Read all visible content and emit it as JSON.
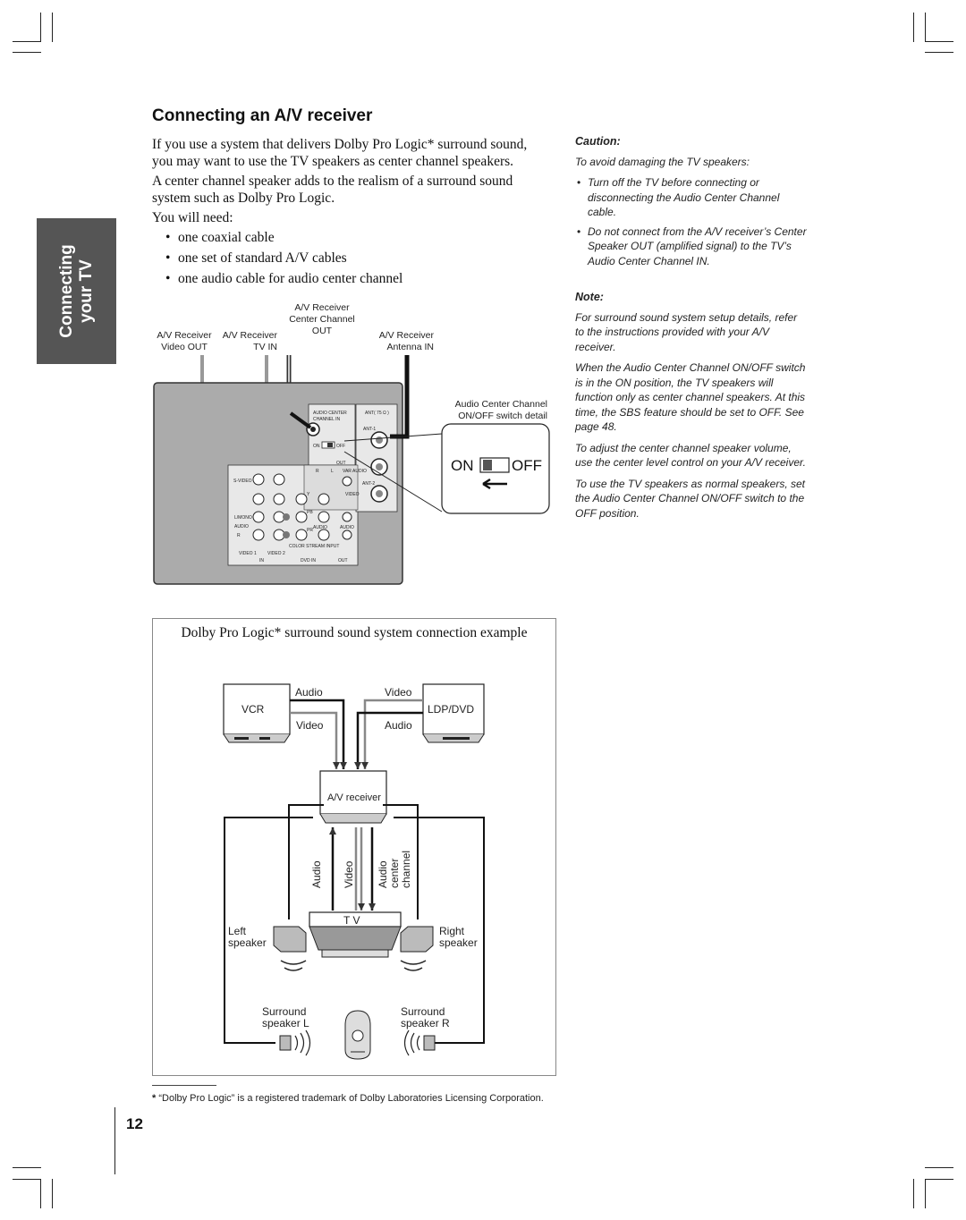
{
  "section_tab": {
    "line1": "Connecting",
    "line2": "your TV"
  },
  "heading": "Connecting an A/V receiver",
  "intro": [
    "If you use a system that delivers Dolby Pro Logic* surround sound, you may want to use the TV speakers as center channel speakers.",
    "A center channel speaker adds to the realism of a surround sound system such as Dolby Pro Logic.",
    "You will need:"
  ],
  "needs": [
    "one coaxial cable",
    "one set of standard A/V cables",
    "one audio cable for audio center channel"
  ],
  "caution": {
    "heading": "Caution:",
    "intro": "To avoid damaging the TV speakers:",
    "items": [
      "Turn off the TV before connecting or disconnecting the Audio Center Channel cable.",
      "Do not connect from the A/V receiver’s Center Speaker OUT (amplified signal) to the TV’s Audio Center Channel IN."
    ]
  },
  "note": {
    "heading": "Note:",
    "paragraphs": [
      "For surround sound system setup details, refer to the instructions provided with your A/V receiver.",
      "When the Audio Center Channel ON/OFF switch is in the ON position, the TV speakers will function only as center channel speakers. At this time, the SBS feature should be set to OFF. See page 48.",
      "To adjust the center channel speaker volume, use the center level control on your A/V receiver.",
      "To use the TV speakers as normal speakers, set the Audio Center Channel ON/OFF switch to the OFF position."
    ]
  },
  "diagram1": {
    "label_center_out_1": "A/V Receiver",
    "label_center_out_2": "Center Channel OUT",
    "label_video_out_1": "A/V Receiver",
    "label_video_out_2": "Video OUT",
    "label_tv_in_1": "A/V Receiver",
    "label_tv_in_2": "TV IN",
    "label_antenna_1": "A/V Receiver",
    "label_antenna_2": "Antenna IN",
    "label_switch_detail_1": "Audio Center Channel",
    "label_switch_detail_2": "ON/OFF switch detail",
    "switch_on": "ON",
    "switch_off": "OFF",
    "panel": {
      "audio_center": "AUDIO CENTER",
      "channel_in": "CHANNEL IN",
      "ant1_75": "ANT( 75 Ω )",
      "ant1": "ANT-1",
      "ant2": "ANT-2",
      "on": "ON",
      "off": "OFF",
      "out": "OUT",
      "var_audio": "VAR AUDIO",
      "svideo": "S-VIDEO",
      "video": "VIDEO",
      "l_mono": "L/MONO",
      "audio": "AUDIO",
      "r": "R",
      "l": "L",
      "y": "Y",
      "pb": "PB",
      "pr": "PR",
      "color_stream": "COLOR STREAM INPUT",
      "video1": "VIDEO 1",
      "video2": "VIDEO 2",
      "in": "IN",
      "dvd_in": "DVD IN"
    }
  },
  "diagram2": {
    "title": "Dolby Pro Logic* surround sound system connection example",
    "vcr": "VCR",
    "ldp": "LDP/DVD",
    "audio_top": "Audio",
    "video_top": "Video",
    "video_mid": "Video",
    "audio_mid": "Audio",
    "receiver": "A/V receiver",
    "v_audio": "Audio",
    "v_video": "Video",
    "v_center_1": "Audio",
    "v_center_2": "center",
    "v_center_3": "channel",
    "tv": "T V",
    "left_1": "Left",
    "left_2": "speaker",
    "right_1": "Right",
    "right_2": "speaker",
    "surround_l_1": "Surround",
    "surround_l_2": "speaker L",
    "surround_r_1": "Surround",
    "surround_r_2": "speaker R"
  },
  "footnote": "“Dolby Pro Logic” is a registered trademark of Dolby Laboratories Licensing Corporation.",
  "footnote_mark": "*",
  "page_number": "12"
}
